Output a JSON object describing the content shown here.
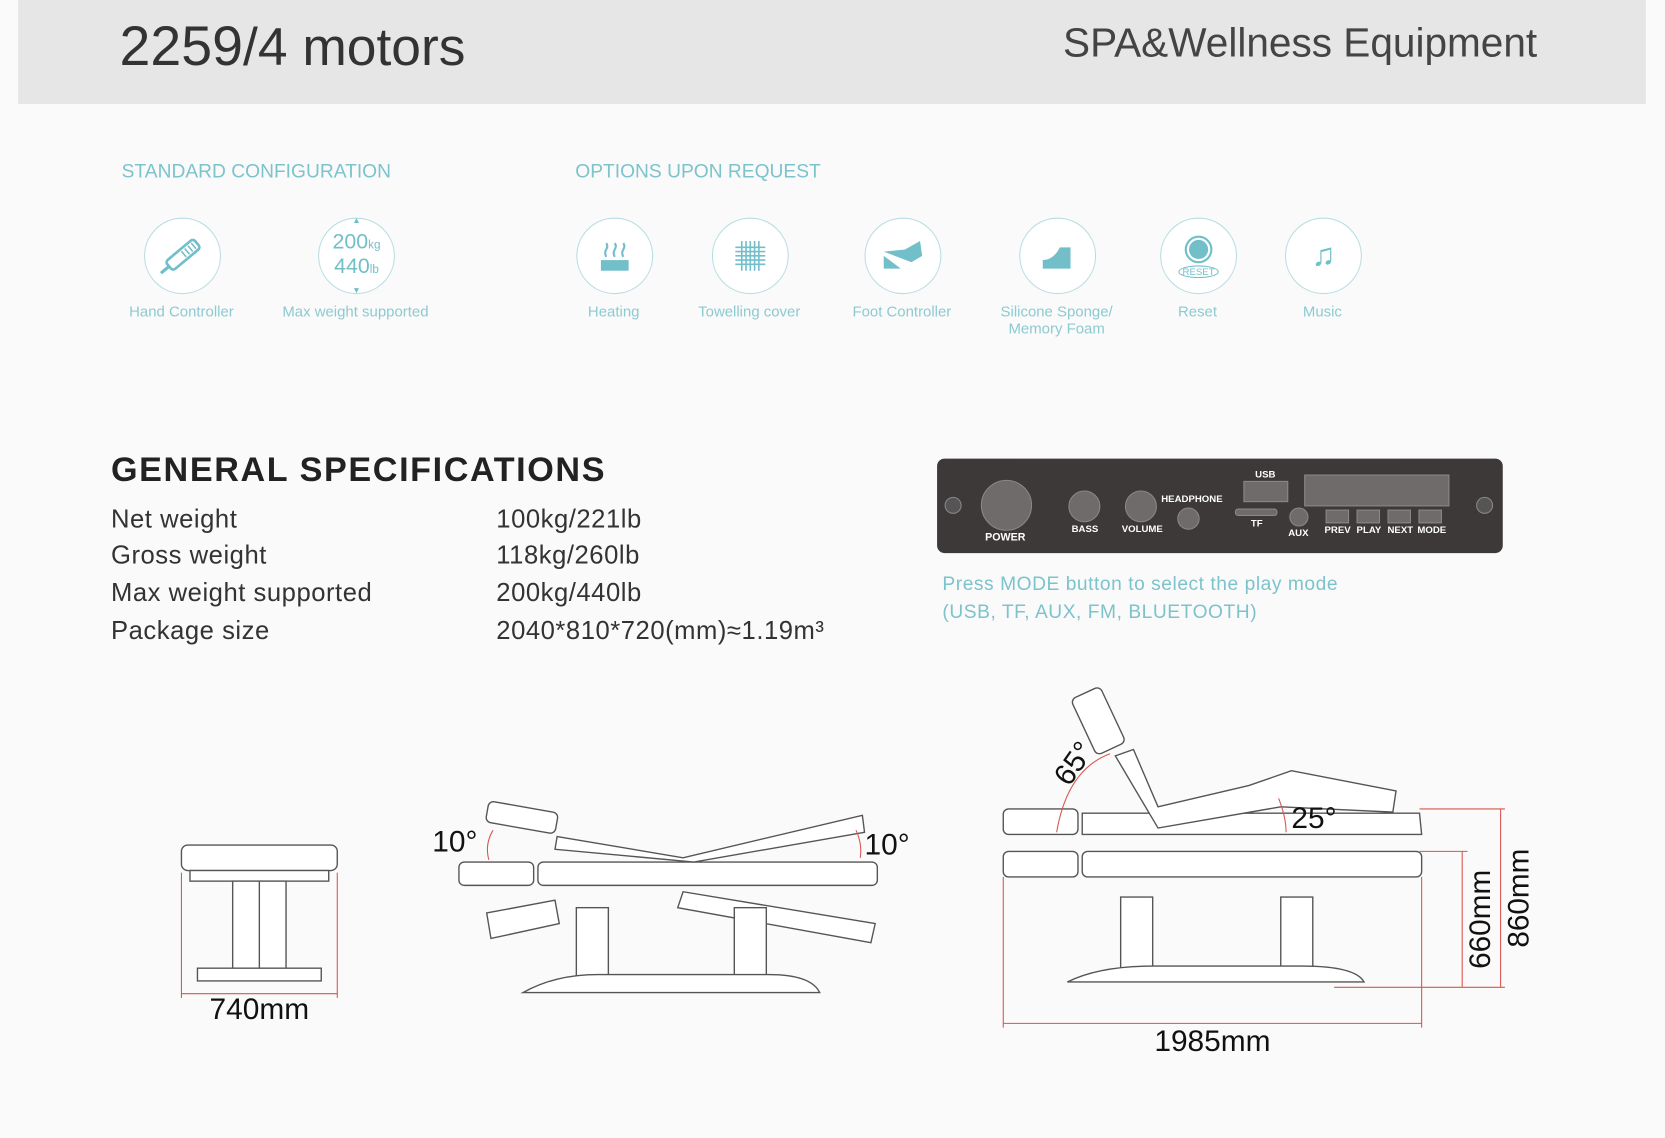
{
  "header": {
    "model": "2259",
    "motors": "/4 motors",
    "category": "SPA&Wellness Equipment"
  },
  "standard": {
    "title": "STANDARD CONFIGURATION",
    "items": [
      {
        "label": "Hand Controller",
        "icon": "hand-controller-icon"
      },
      {
        "label": "Max weight supported",
        "icon": "weight-icon",
        "kg": "200",
        "kg_unit": "kg",
        "lb": "440",
        "lb_unit": "lb"
      }
    ]
  },
  "options": {
    "title": "OPTIONS UPON REQUEST",
    "items": [
      {
        "label": "Heating",
        "icon": "heating-icon"
      },
      {
        "label": "Towelling cover",
        "icon": "towel-icon"
      },
      {
        "label": "Foot Controller",
        "icon": "foot-controller-icon"
      },
      {
        "label": "Silicone Sponge/ Memory Foam",
        "icon": "sponge-icon"
      },
      {
        "label": "Reset",
        "icon": "reset-icon",
        "badge": "RESET"
      },
      {
        "label": "Music",
        "icon": "music-icon"
      }
    ]
  },
  "specs": {
    "title": "GENERAL SPECIFICATIONS",
    "rows": [
      {
        "label": "Net weight",
        "value": "100kg/221lb"
      },
      {
        "label": "Gross weight",
        "value": "118kg/260lb"
      },
      {
        "label": "Max weight supported",
        "value": "200kg/440lb"
      },
      {
        "label": "Package size",
        "value": "2040*810*720(mm)≈1.19m³"
      }
    ]
  },
  "panel": {
    "power": "POWER",
    "bass": "BASS",
    "volume": "VOLUME",
    "headphone": "HEADPHONE",
    "usb": "USB",
    "tf": "TF",
    "aux": "AUX",
    "prev": "PREV",
    "play": "PLAY",
    "next": "NEXT",
    "mode": "MODE"
  },
  "caption": {
    "line1": "Press MODE button to select the play mode",
    "line2": "(USB, TF, AUX, FM, BLUETOOTH)"
  },
  "dimensions": {
    "width": "740mm",
    "angle_left": "10°",
    "angle_right": "10°",
    "back_angle": "65°",
    "leg_angle": "25°",
    "min_height": "660mm",
    "max_height": "860mm",
    "length": "1985mm"
  },
  "colors": {
    "accent": "#7cc3cc",
    "panel": "#3c3938",
    "dimension": "#d9534f"
  }
}
